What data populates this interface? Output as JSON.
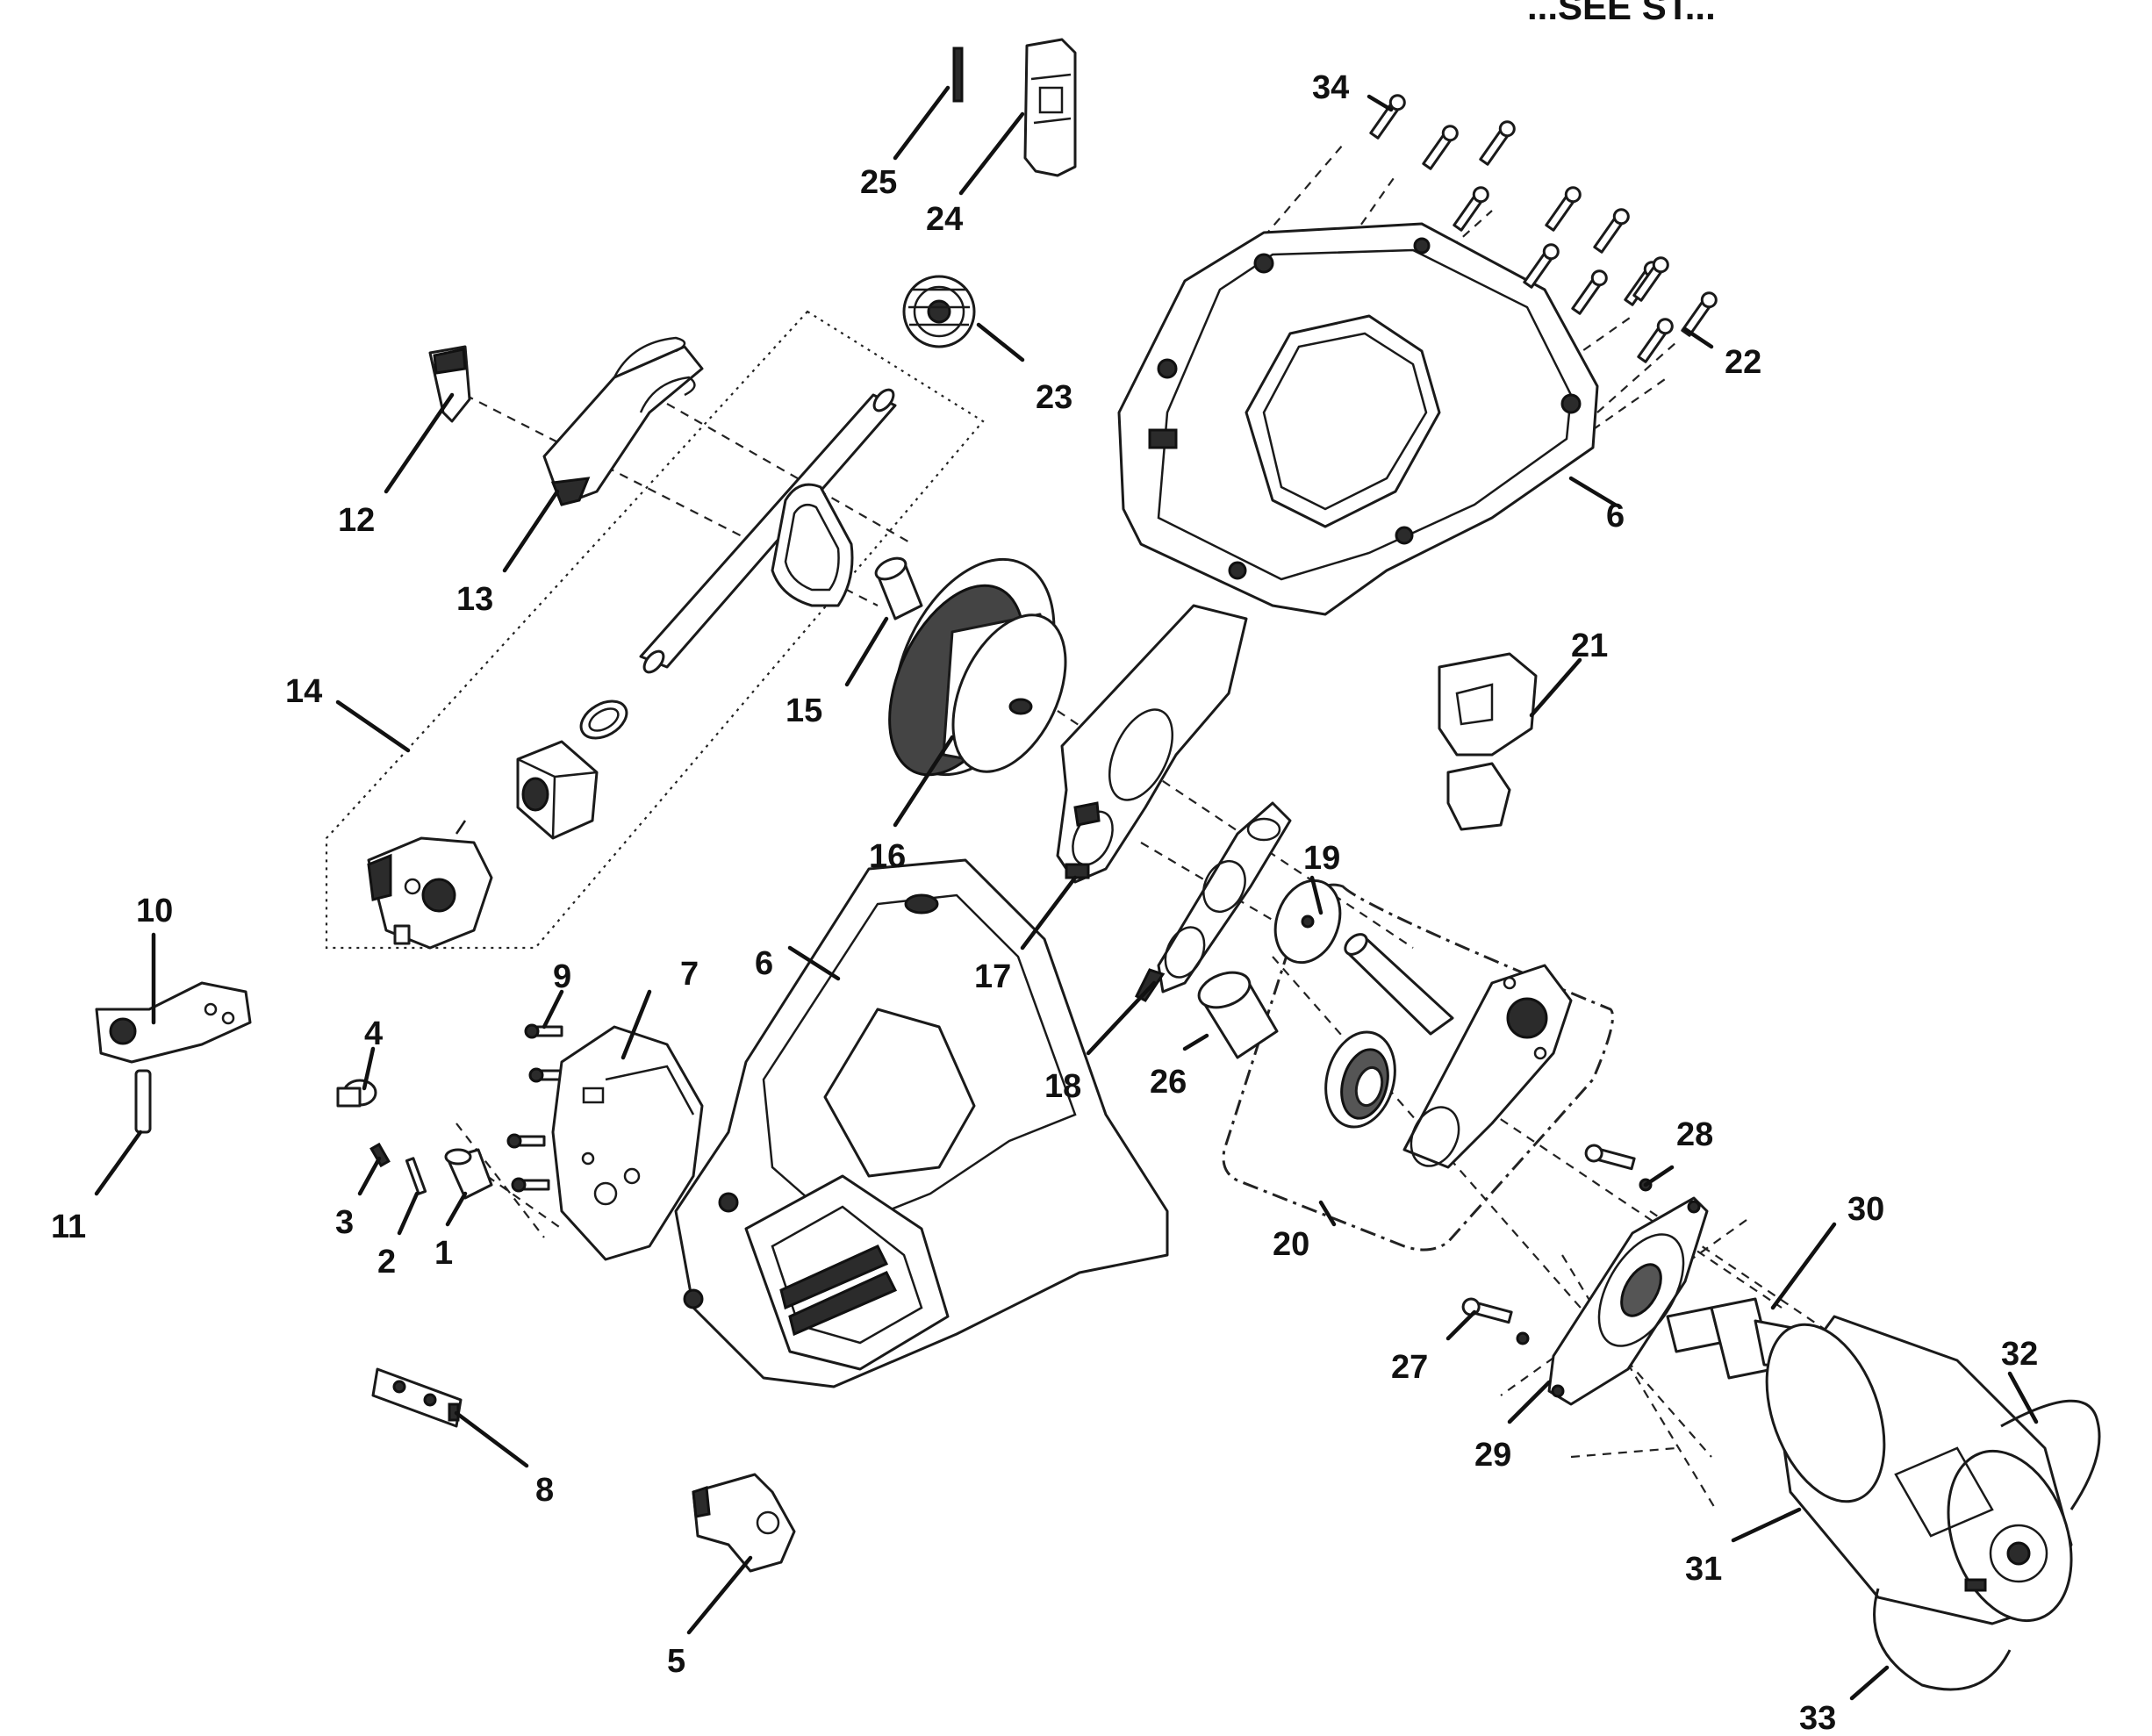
{
  "header": {
    "text": "...SEE ST..."
  },
  "labels": {
    "p1": "1",
    "p2": "2",
    "p3": "3",
    "p4": "4",
    "p5": "5",
    "p6a": "6",
    "p6b": "6",
    "p7": "7",
    "p8": "8",
    "p9": "9",
    "p10": "10",
    "p11": "11",
    "p12": "12",
    "p13": "13",
    "p14": "14",
    "p15": "15",
    "p16": "16",
    "p17": "17",
    "p18": "18",
    "p19": "19",
    "p20": "20",
    "p21": "21",
    "p22": "22",
    "p23": "23",
    "p24": "24",
    "p25": "25",
    "p26": "26",
    "p27": "27",
    "p28": "28",
    "p29": "29",
    "p30": "30",
    "p31": "31",
    "p32": "32",
    "p33": "33",
    "p34": "34"
  }
}
